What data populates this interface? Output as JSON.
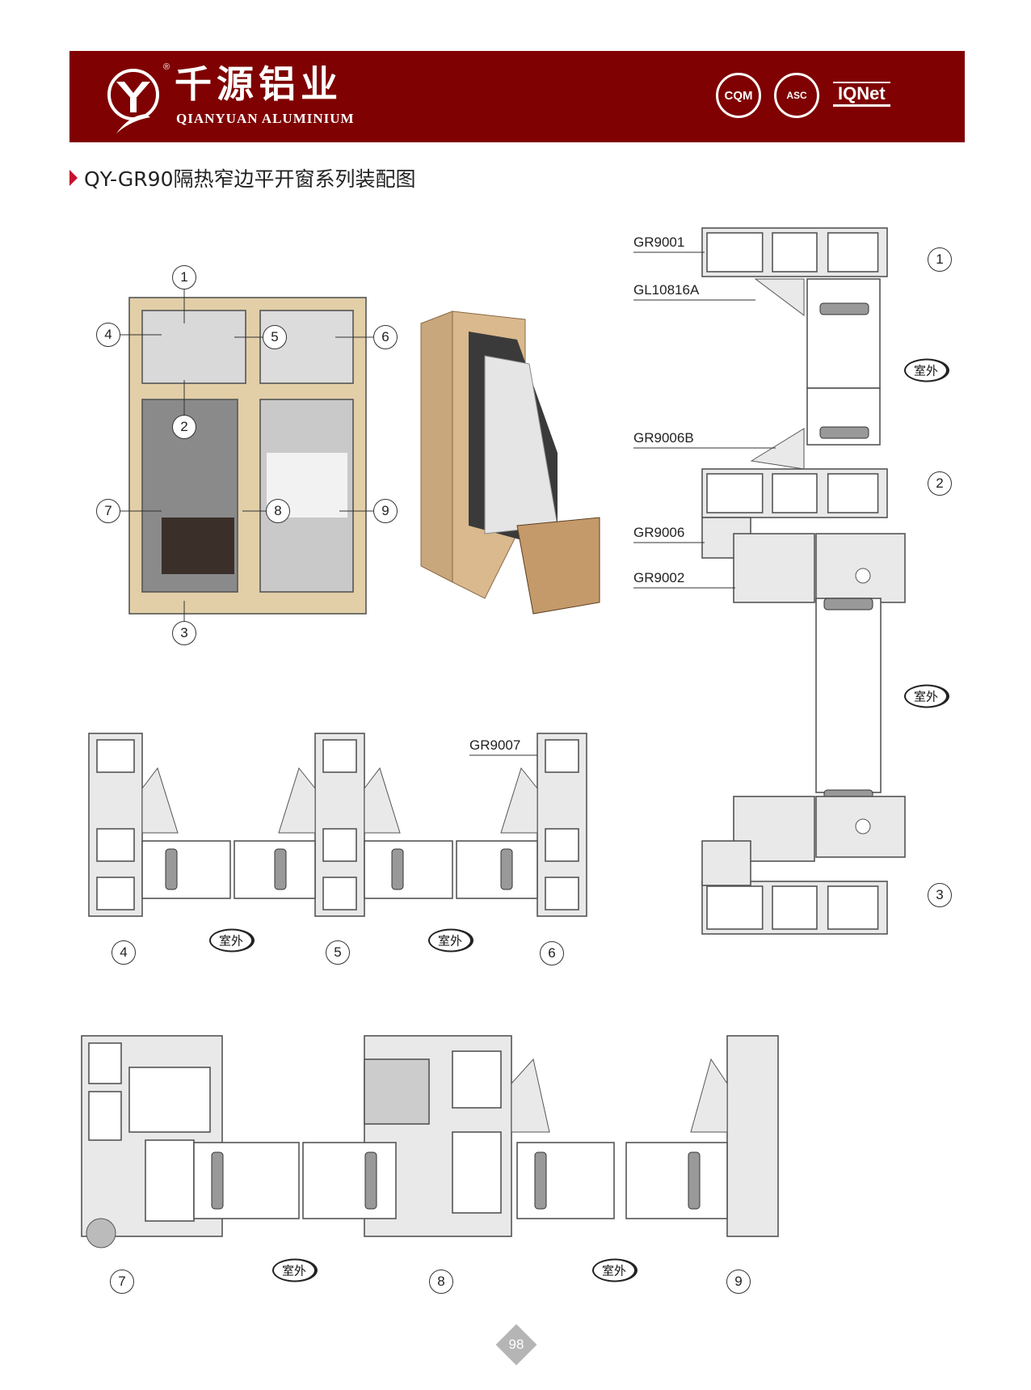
{
  "header": {
    "brand_cn": "千源铝业",
    "brand_en": "QIANYUAN ALUMINIUM",
    "registered_mark": "®",
    "certifications": [
      "CQM",
      "ASC",
      "IQNet"
    ],
    "background_color": "#7f0101"
  },
  "title": "QY-GR90隔热窄边平开窗系列装配图",
  "photo_callouts": [
    "1",
    "2",
    "3",
    "4",
    "5",
    "6",
    "7",
    "8",
    "9"
  ],
  "vertical_section": {
    "part_labels": [
      "GR9001",
      "GL10816A",
      "GR9006B",
      "GR9006",
      "GR9002"
    ],
    "callouts": [
      "1",
      "2",
      "3"
    ],
    "outside_label": "室外"
  },
  "middle_section": {
    "part_label": "GR9007",
    "callouts": [
      "4",
      "5",
      "6"
    ],
    "outside_label": "室外"
  },
  "bottom_section": {
    "callouts": [
      "7",
      "8",
      "9"
    ],
    "outside_label": "室外"
  },
  "page_number": "98"
}
